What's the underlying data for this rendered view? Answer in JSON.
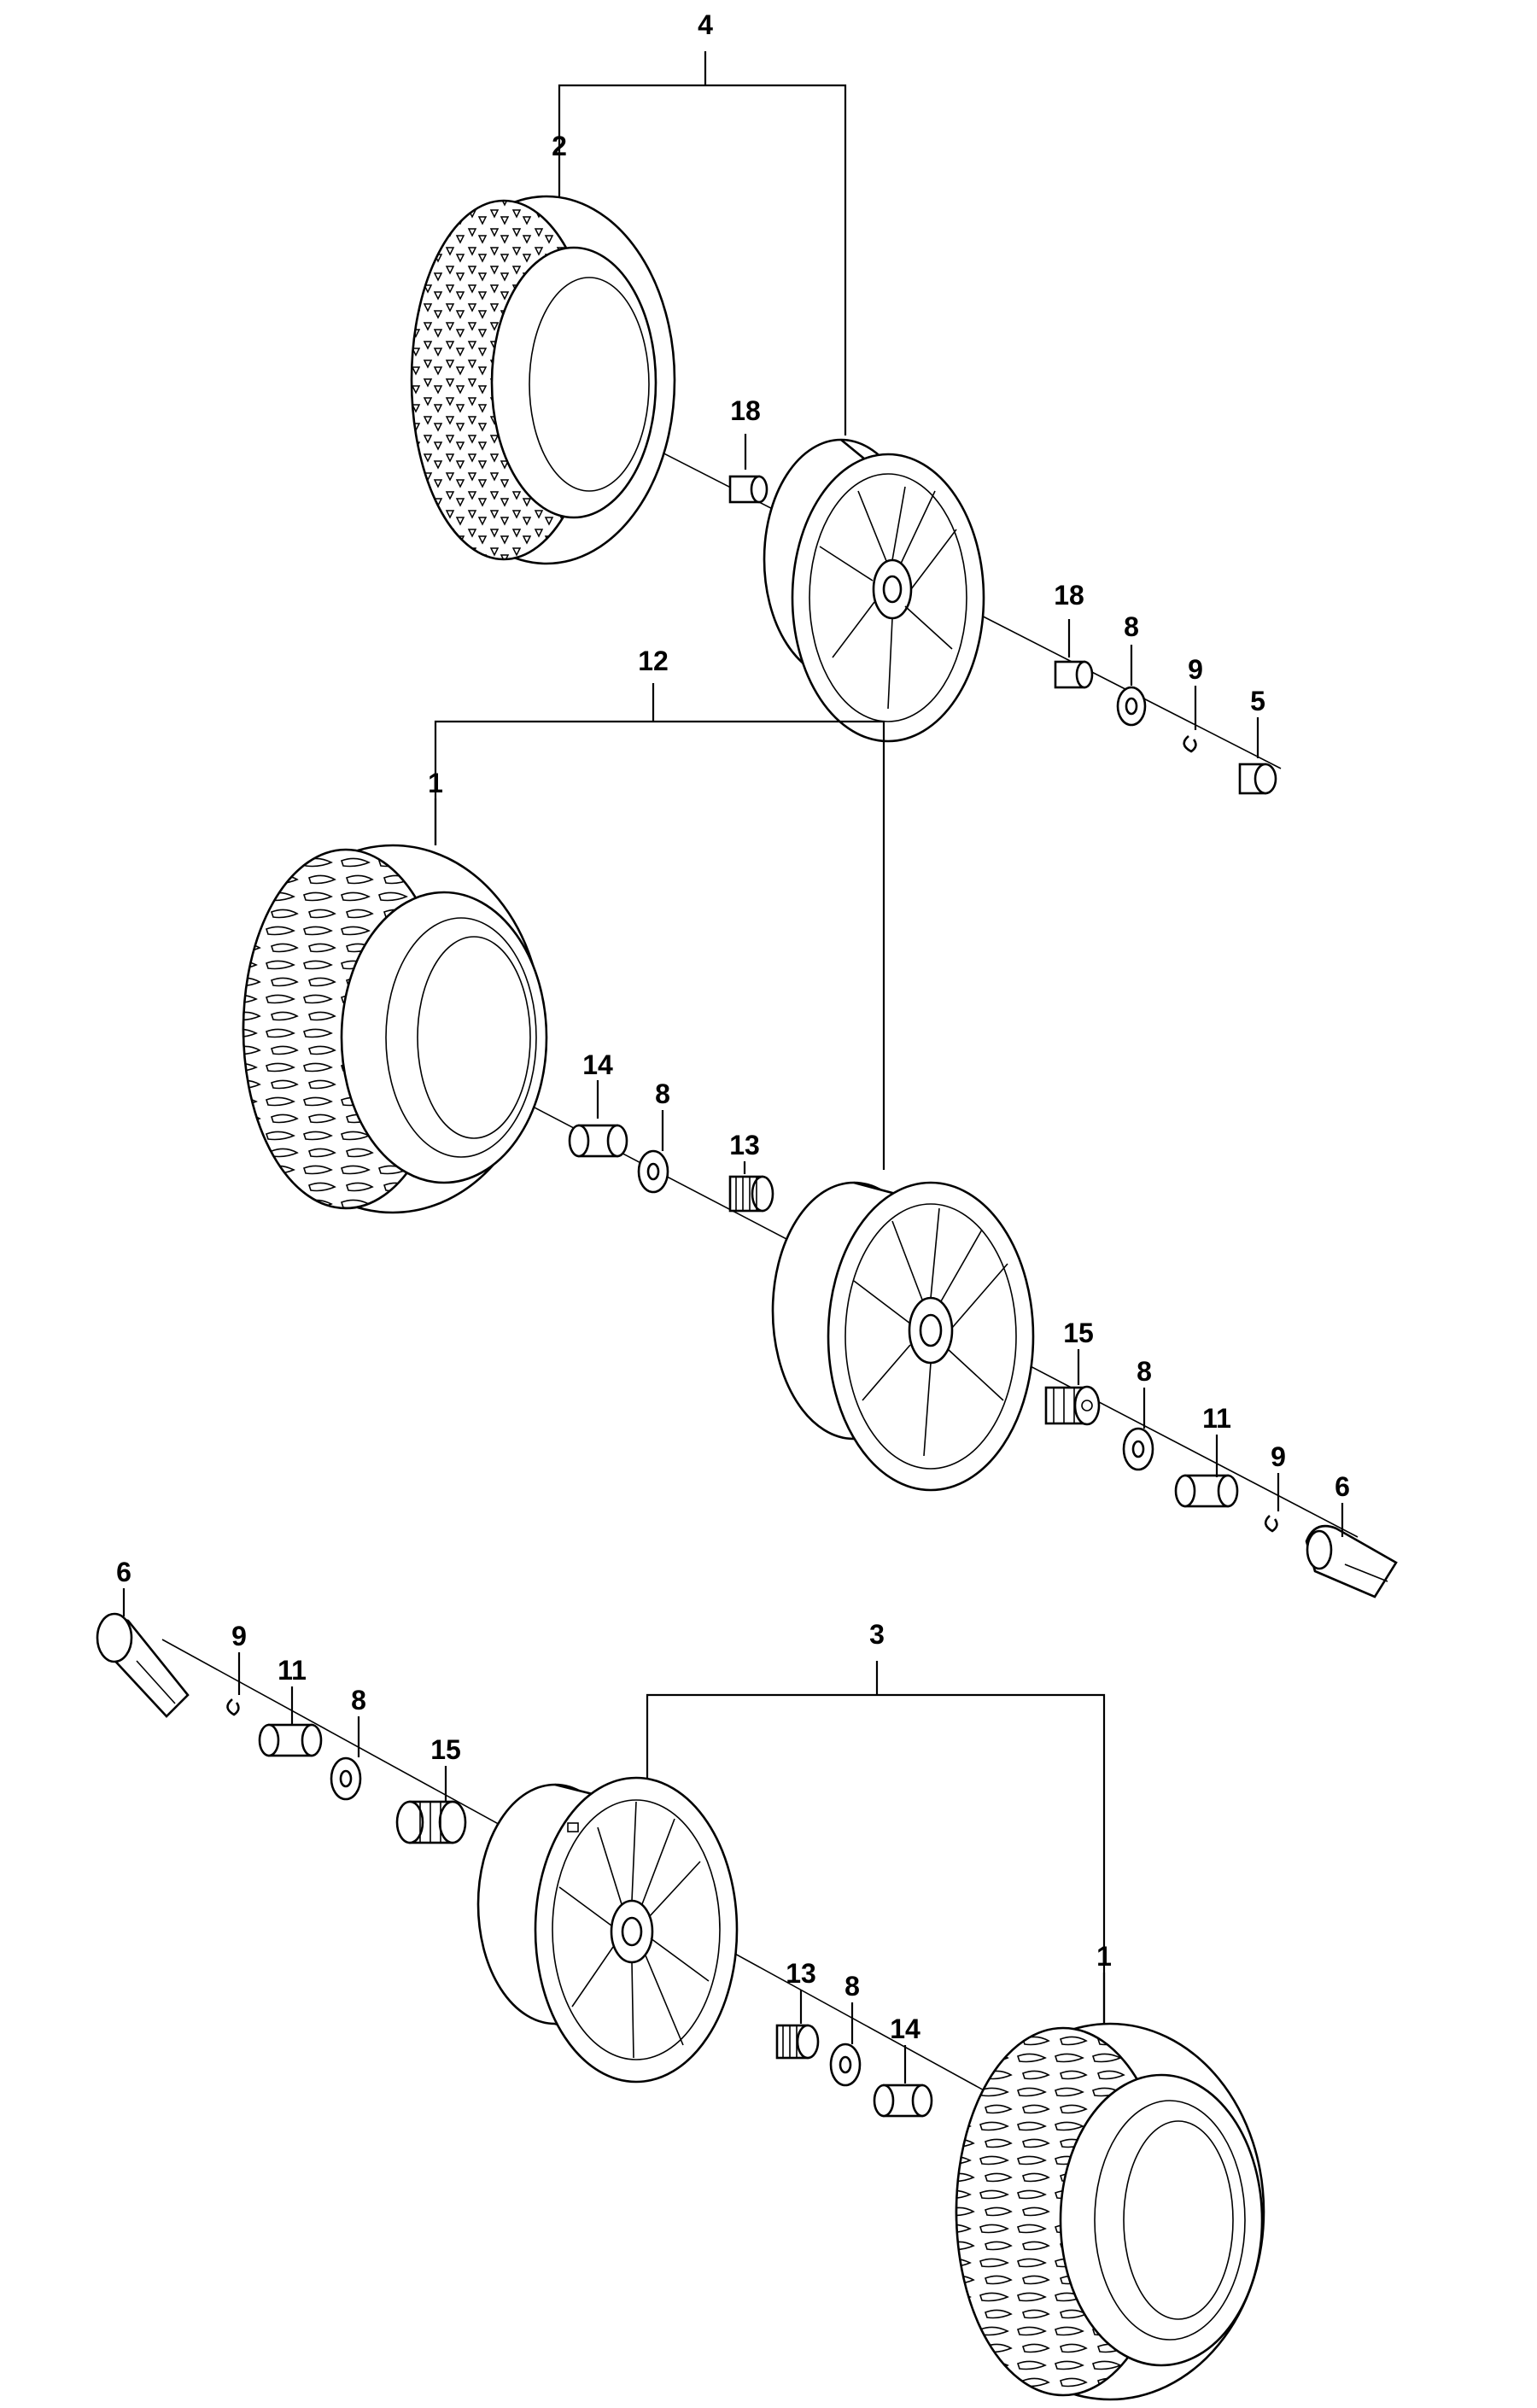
{
  "labels": {
    "a4": "4",
    "a2": "2",
    "a18a": "18",
    "a18b": "18",
    "a8a": "8",
    "a9a": "9",
    "a5": "5",
    "b12": "12",
    "b1": "1",
    "b14": "14",
    "b8a": "8",
    "b13": "13",
    "b15": "15",
    "b8b": "8",
    "b11": "11",
    "b9": "9",
    "b6": "6",
    "c6": "6",
    "c9": "9",
    "c11": "11",
    "c8a": "8",
    "c15": "15",
    "c3": "3",
    "c1": "1",
    "c13": "13",
    "c8b": "8",
    "c14": "14"
  }
}
